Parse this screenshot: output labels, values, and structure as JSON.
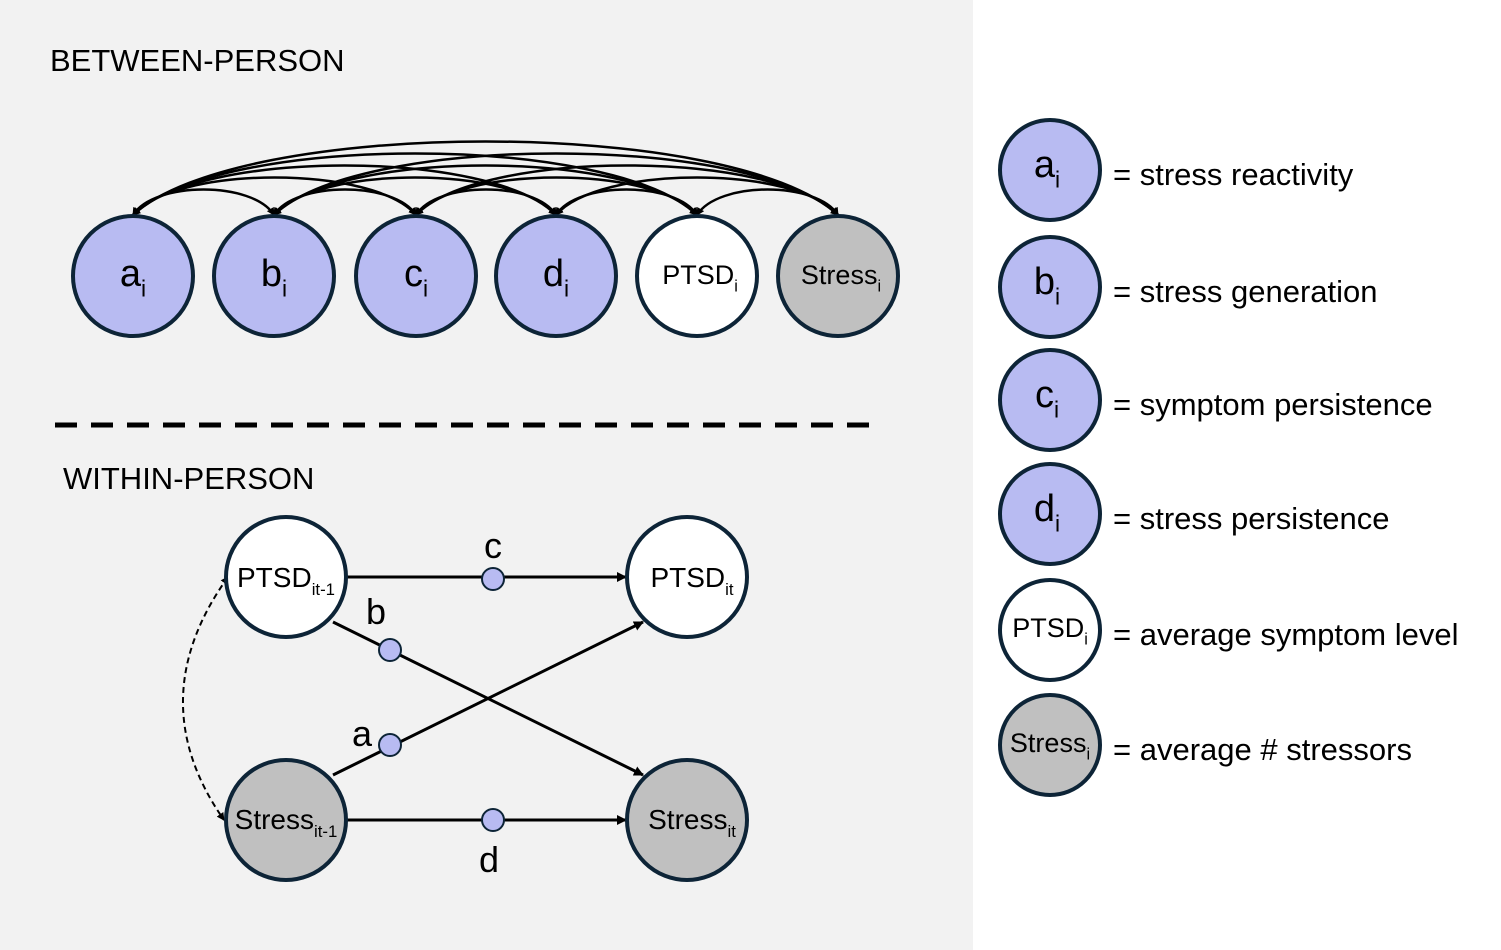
{
  "sections": {
    "between_title": "BETWEEN-PERSON",
    "within_title": "WITHIN-PERSON"
  },
  "colors": {
    "lavender": "#b8bbf2",
    "white": "#ffffff",
    "gray": "#c0c0c0",
    "panel": "#f2f2f2",
    "stroke": "#0d2437"
  },
  "between_nodes": [
    {
      "base": "a",
      "sub": "i",
      "fill": "lavender"
    },
    {
      "base": "b",
      "sub": "i",
      "fill": "lavender"
    },
    {
      "base": "c",
      "sub": "i",
      "fill": "lavender"
    },
    {
      "base": "d",
      "sub": "i",
      "fill": "lavender"
    },
    {
      "base": "PTSD",
      "sub": "i",
      "fill": "white"
    },
    {
      "base": "Stress",
      "sub": "i",
      "fill": "gray"
    }
  ],
  "within_nodes": {
    "ptsd_prev": {
      "base": "PTSD",
      "sub": "it-1"
    },
    "ptsd_curr": {
      "base": "PTSD",
      "sub": "it"
    },
    "stress_prev": {
      "base": "Stress",
      "sub": "it-1"
    },
    "stress_curr": {
      "base": "Stress",
      "sub": "it"
    }
  },
  "path_labels": {
    "a": "a",
    "b": "b",
    "c": "c",
    "d": "d"
  },
  "legend": [
    {
      "base": "a",
      "sub": "i",
      "fill": "lavender",
      "text": "= stress reactivity"
    },
    {
      "base": "b",
      "sub": "i",
      "fill": "lavender",
      "text": "= stress generation"
    },
    {
      "base": "c",
      "sub": "i",
      "fill": "lavender",
      "text": "= symptom persistence"
    },
    {
      "base": "d",
      "sub": "i",
      "fill": "lavender",
      "text": "= stress persistence"
    },
    {
      "base": "PTSD",
      "sub": "i",
      "fill": "white",
      "text": "= average symptom level"
    },
    {
      "base": "Stress",
      "sub": "i",
      "fill": "gray",
      "text": "= average # stressors"
    }
  ]
}
